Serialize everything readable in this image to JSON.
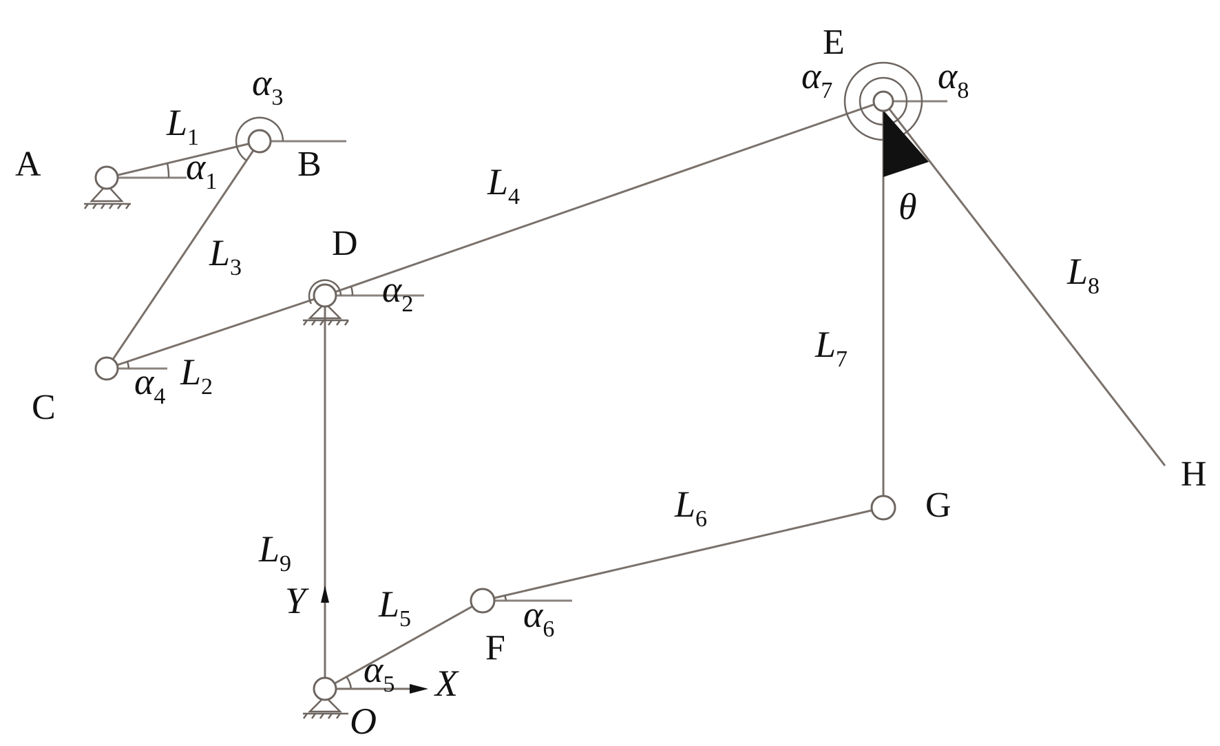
{
  "points": {
    "A": "A",
    "B": "B",
    "C": "C",
    "D": "D",
    "E": "E",
    "F": "F",
    "G": "G",
    "H": "H",
    "O": "O"
  },
  "axes": {
    "x": "X",
    "y": "Y"
  },
  "links": [
    {
      "main": "L",
      "sub": "1"
    },
    {
      "main": "L",
      "sub": "2"
    },
    {
      "main": "L",
      "sub": "3"
    },
    {
      "main": "L",
      "sub": "4"
    },
    {
      "main": "L",
      "sub": "5"
    },
    {
      "main": "L",
      "sub": "6"
    },
    {
      "main": "L",
      "sub": "7"
    },
    {
      "main": "L",
      "sub": "8"
    },
    {
      "main": "L",
      "sub": "9"
    }
  ],
  "angles": [
    {
      "main": "α",
      "sub": "1"
    },
    {
      "main": "α",
      "sub": "2"
    },
    {
      "main": "α",
      "sub": "3"
    },
    {
      "main": "α",
      "sub": "4"
    },
    {
      "main": "α",
      "sub": "5"
    },
    {
      "main": "α",
      "sub": "6"
    },
    {
      "main": "α",
      "sub": "7"
    },
    {
      "main": "α",
      "sub": "8"
    }
  ],
  "theta": "θ"
}
